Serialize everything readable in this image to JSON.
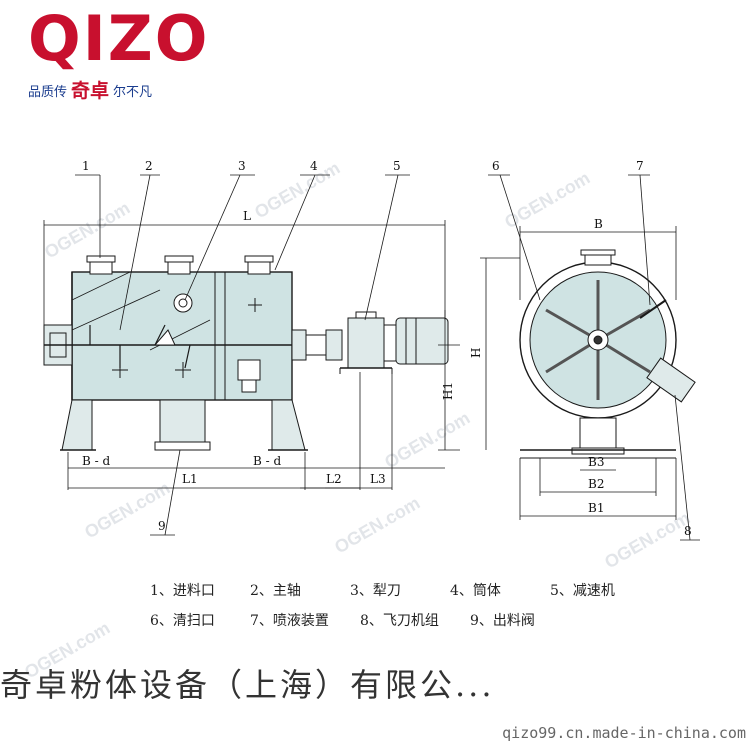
{
  "logo": {
    "wordmark": "QIZO",
    "slogan_left": "品质传",
    "slogan_brand": "奇卓",
    "slogan_right": "尔不凡"
  },
  "watermark": "OGEN.com",
  "diagram": {
    "callouts": [
      "1",
      "2",
      "3",
      "4",
      "5",
      "6",
      "7",
      "8",
      "9"
    ],
    "dims": {
      "L": "L",
      "L1": "L1",
      "L2": "L2",
      "L3": "L3",
      "B_d_left": "B - d",
      "B_d_right": "B - d",
      "H": "H",
      "H1": "H1",
      "B": "B",
      "B1": "B1",
      "B2": "B2",
      "B3": "B3"
    }
  },
  "legend": [
    [
      "1、进料口",
      "2、主轴",
      "3、犁刀",
      "4、筒体",
      "5、减速机"
    ],
    [
      "6、清扫口",
      "7、喷液装置",
      "8、飞刀机组",
      "9、出料阀"
    ]
  ],
  "company": "奇卓粉体设备（上海）有限公...",
  "url": "qizo99.cn.made-in-china.com",
  "colors": {
    "brand_red": "#c8102e",
    "brand_blue": "#1a3c8e",
    "body_fill": "#cfe3e3",
    "line": "#1a1a1a"
  }
}
